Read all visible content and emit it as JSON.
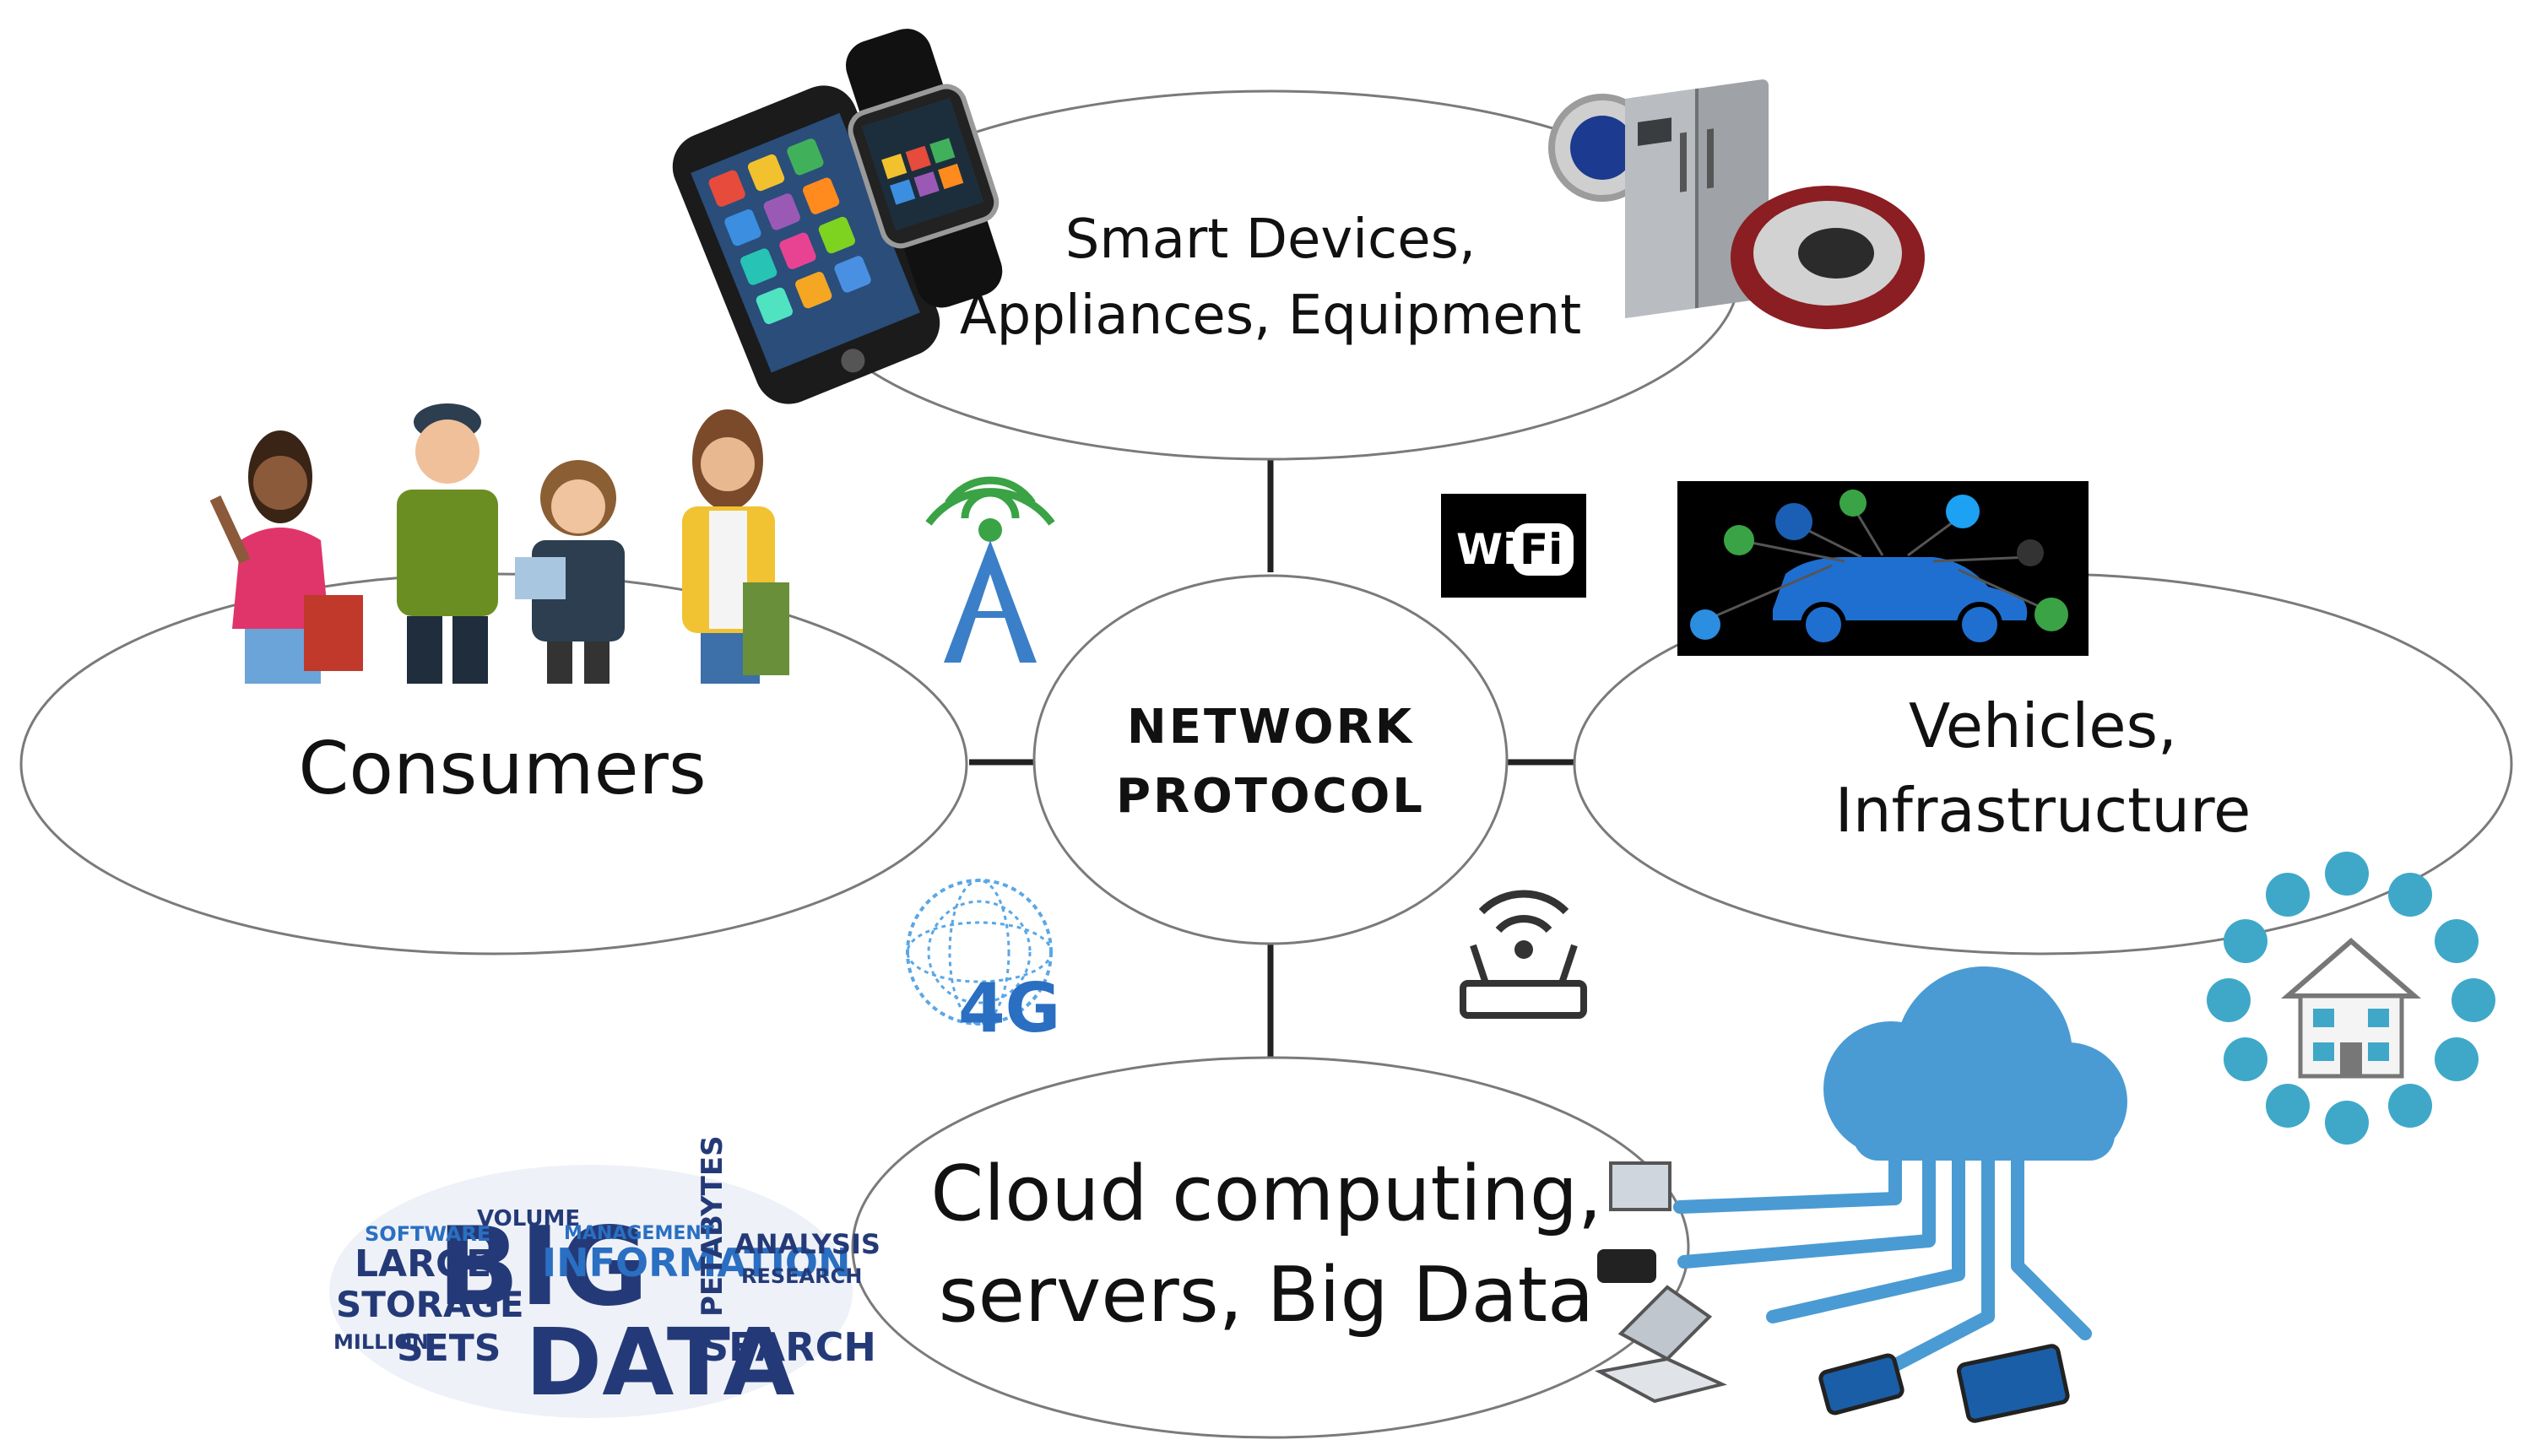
{
  "center": {
    "line1": "NETWORK",
    "line2": "PROTOCOL"
  },
  "nodes": {
    "top": {
      "line1": "Smart Devices,",
      "line2": "Appliances, Equipment"
    },
    "left": {
      "line1": "Consumers"
    },
    "right": {
      "line1": "Vehicles,",
      "line2": "Infrastructure"
    },
    "bottom": {
      "line1": "Cloud computing,",
      "line2": "servers, Big Data"
    }
  },
  "icons": {
    "wifi_badge": {
      "wi": "Wi",
      "fi": "Fi"
    },
    "four_g": "4G",
    "word_cloud": {
      "big": "BIG",
      "data": "DATA",
      "large": "LARGE",
      "storage": "STORAGE",
      "information": "INFORMATION",
      "sets": "SETS",
      "search": "SEARCH",
      "analysis": "ANALYSIS",
      "petabytes": "PETABYTES",
      "software": "SOFTWARE",
      "million": "MILLION",
      "volume": "VOLUME",
      "management": "MANAGEMENT",
      "research": "RESEARCH"
    }
  },
  "colors": {
    "outline": "#7a7a7a",
    "connector": "#222222",
    "text": "#111111",
    "tower": "#3a7fc8",
    "signal": "#3aa345",
    "cloud": "#4a9bd3",
    "cloud_dark": "#2a7ec0",
    "car": "#1f6fd1",
    "wordcloud": "#243a78",
    "smarthome": "#3fa8c8"
  }
}
